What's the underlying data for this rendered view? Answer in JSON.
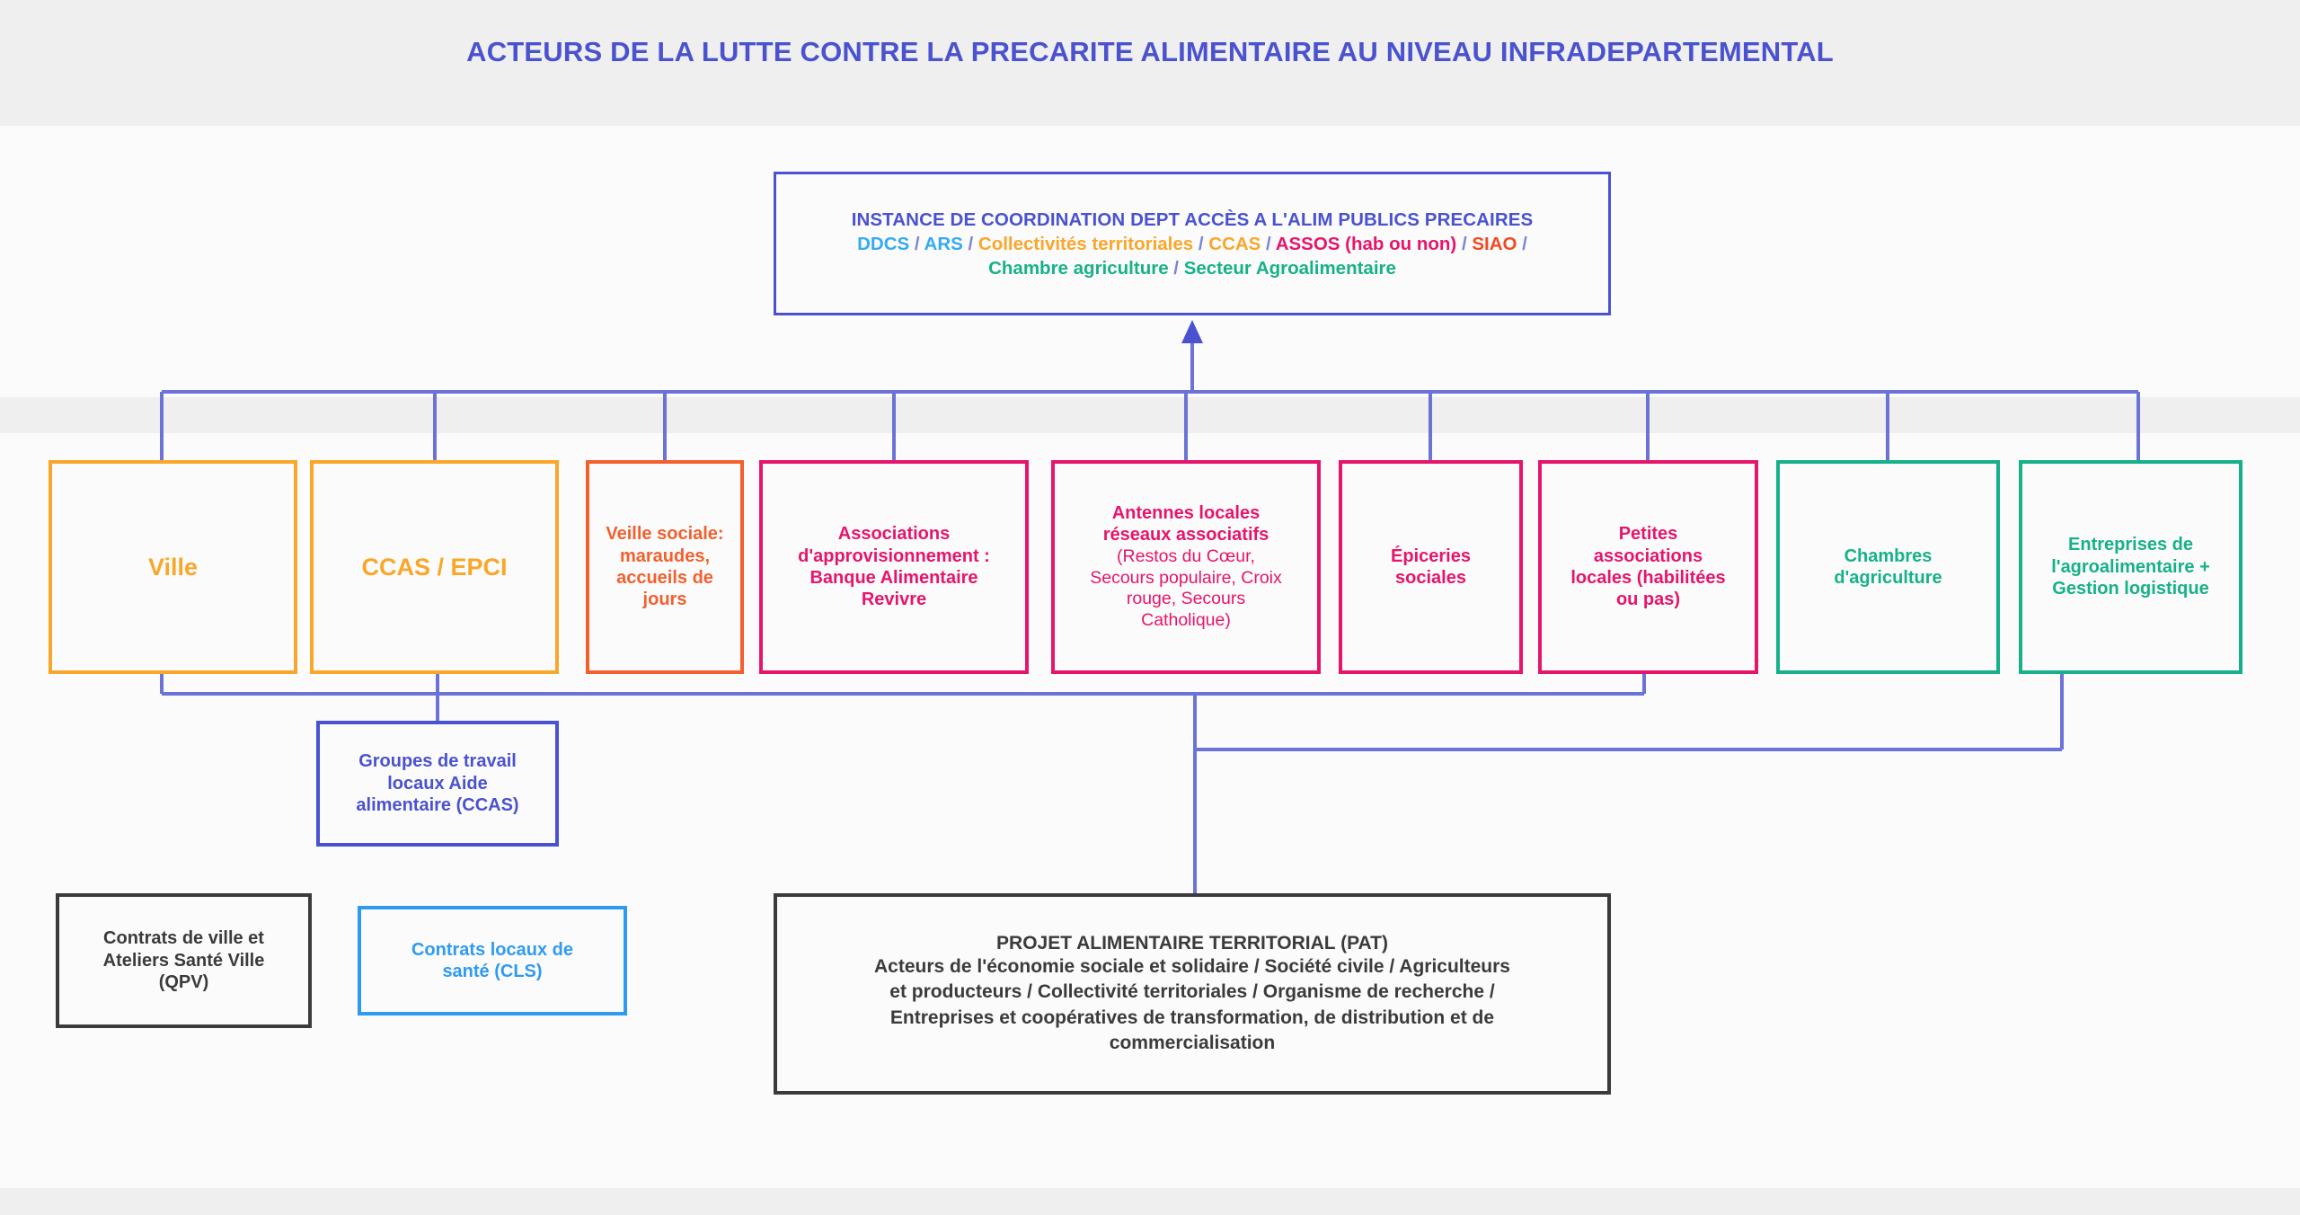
{
  "page": {
    "title": "ACTEURS DE LA LUTTE CONTRE LA PRECARITE ALIMENTAIRE AU NIVEAU INFRADEPARTEMENTAL"
  },
  "colors": {
    "title_blue": "#4a52cf",
    "violet_connector": "#6b73d6",
    "orange": "#f9a72b",
    "red_orange": "#f2602e",
    "pink": "#e6156c",
    "green": "#17b189",
    "cyan": "#34aaf2",
    "light_blue": "#2f9bf0",
    "dark_grey": "#3b3b3b",
    "band_grey": "#efefef"
  },
  "instance_box": {
    "heading": "INSTANCE DE COORDINATION DEPT ACCÈS A L'ALIM PUBLICS PRECAIRES",
    "members": [
      {
        "label": "DDCS",
        "color": "cyan"
      },
      {
        "label": "ARS",
        "color": "cyan"
      },
      {
        "label": "Collectivités territoriales",
        "color": "orange"
      },
      {
        "label": "CCAS",
        "color": "orange"
      },
      {
        "label": "ASSOS (hab ou non)",
        "color": "pink"
      },
      {
        "label": "SIAO",
        "color": "red"
      },
      {
        "label": "Chambre agriculture",
        "color": "green"
      },
      {
        "label": "Secteur Agroalimentaire",
        "color": "green"
      }
    ],
    "separator": "/",
    "line2": "DDCS / ARS / Collectivités territoriales / CCAS / ASSOS (hab ou non) / SIAO /",
    "line3": "Chambre agriculture / Secteur Agroalimentaire"
  },
  "actors": {
    "ville": {
      "label": "Ville"
    },
    "ccas_epci": {
      "label": "CCAS / EPCI"
    },
    "veille_sociale": {
      "line1": "Veille sociale:",
      "line2": "maraudes,",
      "line3": "accueils de",
      "line4": "jours"
    },
    "associations_appro": {
      "line1": "Associations",
      "line2": "d'approvisionnement :",
      "line3": "Banque Alimentaire",
      "line4": "Revivre"
    },
    "antennes_locales": {
      "line1": "Antennes locales",
      "line2": "réseaux associatifs",
      "detail1": "(Restos du Cœur,",
      "detail2": "Secours populaire, Croix",
      "detail3": "rouge,  Secours",
      "detail4": "Catholique)"
    },
    "epiceries_sociales": {
      "line1": "Épiceries",
      "line2": "sociales"
    },
    "petites_associations": {
      "line1": "Petites",
      "line2": "associations",
      "line3": "locales (habilitées",
      "line4": "ou pas)"
    },
    "chambres_agriculture": {
      "line1": "Chambres",
      "line2": "d'agriculture"
    },
    "entreprises_agro": {
      "line1": "Entreprises de",
      "line2": "l'agroalimentaire +",
      "line3": "Gestion logistique"
    }
  },
  "groupes_travail": {
    "line1": "Groupes de travail",
    "line2": "locaux Aide",
    "line3": "alimentaire (CCAS)"
  },
  "contrats_ville": {
    "line1": "Contrats de ville et",
    "line2": "Ateliers Santé Ville",
    "line3": "(QPV)"
  },
  "contrats_sante": {
    "line1": "Contrats locaux de",
    "line2": "santé (CLS)"
  },
  "pat_box": {
    "heading": "PROJET ALIMENTAIRE TERRITORIAL (PAT)",
    "line1": "Acteurs de l'économie sociale et solidaire / Société civile / Agriculteurs",
    "line2": "et producteurs / Collectivité territoriales / Organisme de recherche /",
    "line3": "Entreprises et coopératives de transformation, de distribution et de",
    "line4": "commercialisation"
  }
}
